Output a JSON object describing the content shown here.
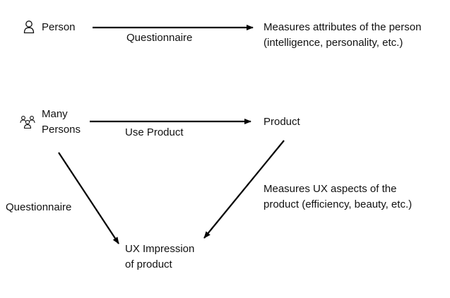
{
  "colors": {
    "text": "#111111",
    "arrow": "#000000",
    "background": "#ffffff"
  },
  "nodes": {
    "person": {
      "label": "Person",
      "icon": "person-icon"
    },
    "measures_person": {
      "line1": "Measures attributes of the person",
      "line2": "(intelligence, personality, etc.)"
    },
    "many_persons": {
      "line1": "Many",
      "line2": "Persons",
      "icon": "group-icon"
    },
    "product": {
      "label": "Product"
    },
    "measures_ux": {
      "line1": "Measures UX aspects of the",
      "line2": "product (efficiency, beauty, etc.)"
    },
    "ux_impression": {
      "line1": "UX Impression",
      "line2": "of product"
    }
  },
  "edges": {
    "person_questionnaire": {
      "label": "Questionnaire"
    },
    "use_product": {
      "label": "Use Product"
    },
    "group_questionnaire": {
      "label": "Questionnaire"
    }
  }
}
